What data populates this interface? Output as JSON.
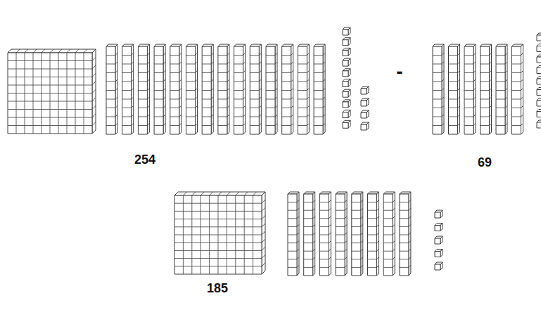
{
  "diagram": {
    "labels": [
      "254",
      "-",
      "69",
      "185"
    ]
  }
}
